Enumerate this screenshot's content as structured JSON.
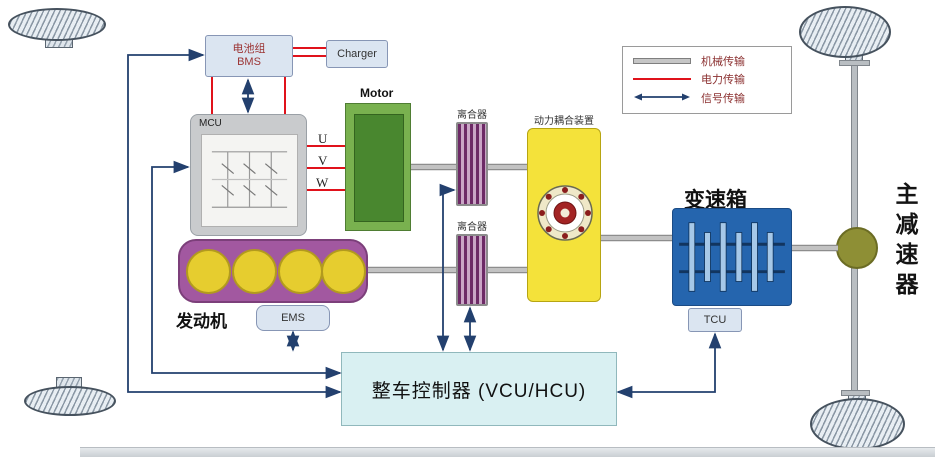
{
  "diagram": {
    "battery": {
      "line1": "电池组",
      "line2": "BMS"
    },
    "charger": "Charger",
    "mcu": "MCU",
    "motor": "Motor",
    "phases": {
      "u": "U",
      "v": "V",
      "w": "W"
    },
    "clutch_top": "离合器",
    "clutch_bottom": "离合器",
    "coupling": "动力耦合装置",
    "gearbox": "变速箱",
    "tcu": "TCU",
    "engine": "发动机",
    "ems": "EMS",
    "vcu": "整车控制器 (VCU/HCU)",
    "final_drive": "主减速器"
  },
  "legend": {
    "items": [
      {
        "label": "机械传输",
        "type": "mechanical",
        "color": "#b9b9b9"
      },
      {
        "label": "电力传输",
        "type": "electrical",
        "color": "#e0121b"
      },
      {
        "label": "信号传输",
        "type": "signal",
        "color": "#23406e"
      }
    ]
  },
  "colors": {
    "mechanical_link": "#a9a9a9",
    "electrical_link": "#e0121b",
    "signal_link": "#23406e",
    "motor_green": "#79b14f",
    "engine_purple": "#a258a0",
    "cylinder_yellow": "#e6cd2f",
    "coupling_yellow": "#f4e23a",
    "gearbox_blue": "#2565ae",
    "clutch_purple": "#6d2a66",
    "final_drive_olive": "#8e8f35",
    "vcu_fill": "#d9f0f2"
  }
}
